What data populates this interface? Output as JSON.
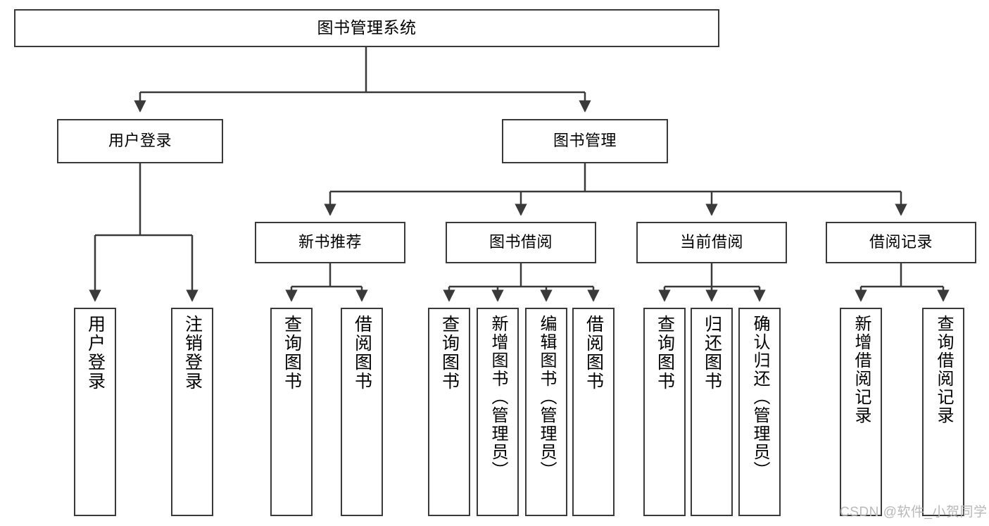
{
  "diagram": {
    "title": "图书管理系统",
    "type": "tree-hierarchy",
    "root": {
      "label": "图书管理系统"
    },
    "level2": [
      {
        "label": "用户登录"
      },
      {
        "label": "图书管理"
      }
    ],
    "level3": [
      {
        "label": "新书推荐"
      },
      {
        "label": "图书借阅"
      },
      {
        "label": "当前借阅"
      },
      {
        "label": "借阅记录"
      }
    ],
    "leaves_user_login": [
      {
        "label": "用户登录"
      },
      {
        "label": "注销登录"
      }
    ],
    "leaves_new_book": [
      {
        "label": "查询图书"
      },
      {
        "label": "借阅图书"
      }
    ],
    "leaves_borrow": [
      {
        "label": "查询图书"
      },
      {
        "label": "新增图书（管理员）"
      },
      {
        "label": "编辑图书（管理员）"
      },
      {
        "label": "借阅图书"
      }
    ],
    "leaves_current": [
      {
        "label": "查询图书"
      },
      {
        "label": "归还图书"
      },
      {
        "label": "确认归还（管理员）"
      }
    ],
    "leaves_records": [
      {
        "label": "新增借阅记录"
      },
      {
        "label": "查询借阅记录"
      }
    ]
  },
  "watermark": {
    "text": "CSDN @软件_小贺同学"
  },
  "colors": {
    "border": "#3a3a3a",
    "background": "#ffffff",
    "text": "#000000",
    "watermark": "#b9b9b9"
  }
}
